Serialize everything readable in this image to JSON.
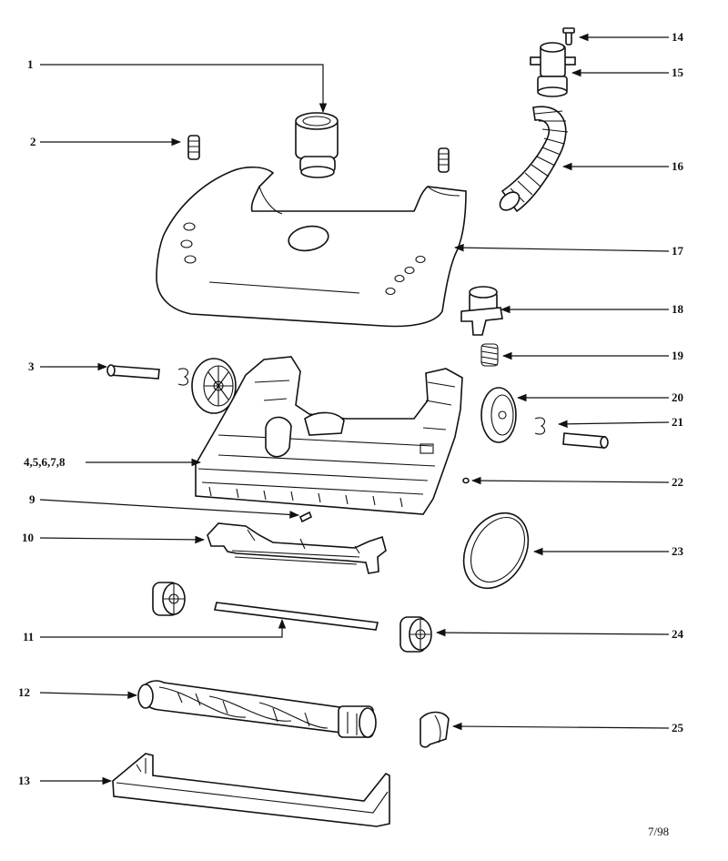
{
  "callouts": [
    {
      "label": "1"
    },
    {
      "label": "2"
    },
    {
      "label": "3"
    },
    {
      "label": "4,5,6,7,8"
    },
    {
      "label": "9"
    },
    {
      "label": "10"
    },
    {
      "label": "11"
    },
    {
      "label": "12"
    },
    {
      "label": "13"
    },
    {
      "label": "14"
    },
    {
      "label": "15"
    },
    {
      "label": "16"
    },
    {
      "label": "17"
    },
    {
      "label": "18"
    },
    {
      "label": "19"
    },
    {
      "label": "20"
    },
    {
      "label": "21"
    },
    {
      "label": "22"
    },
    {
      "label": "23"
    },
    {
      "label": "24"
    },
    {
      "label": "25"
    }
  ],
  "footer": {
    "date_code": "7/98"
  }
}
